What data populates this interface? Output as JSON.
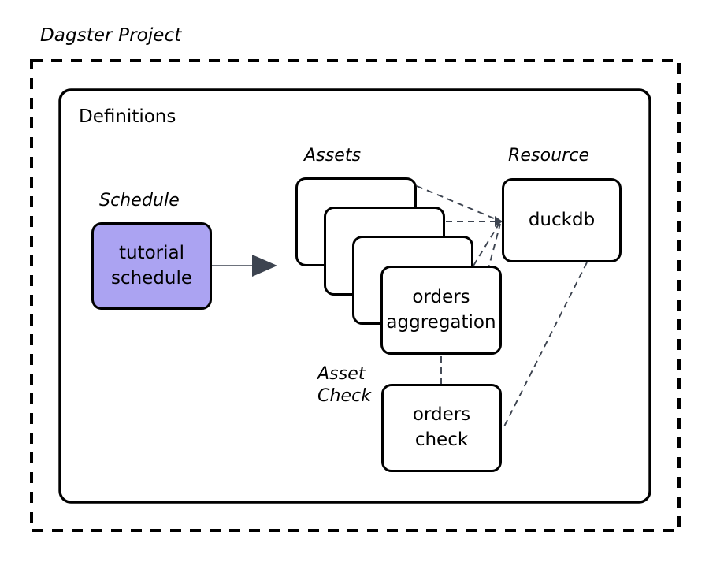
{
  "diagram": {
    "title": "Dagster Project",
    "container": {
      "label": "Definitions",
      "border_style": "dashed-outer-solid-inner"
    },
    "groups": {
      "schedule": "Schedule",
      "assets": "Assets",
      "resource": "Resource",
      "asset_check": "Asset Check"
    },
    "nodes": [
      {
        "id": "tutorial-schedule",
        "group": "schedule",
        "lines": [
          "tutorial",
          "schedule"
        ],
        "fill": "#aba3f2",
        "stroke": "#000000"
      },
      {
        "id": "asset-card-1",
        "group": "assets",
        "lines": [],
        "fill": "#ffffff",
        "stroke": "#000000"
      },
      {
        "id": "asset-card-2",
        "group": "assets",
        "lines": [],
        "fill": "#ffffff",
        "stroke": "#000000"
      },
      {
        "id": "asset-card-3",
        "group": "assets",
        "lines": [],
        "fill": "#ffffff",
        "stroke": "#000000"
      },
      {
        "id": "orders-aggregation",
        "group": "assets",
        "lines": [
          "orders",
          "aggregation"
        ],
        "fill": "#ffffff",
        "stroke": "#000000"
      },
      {
        "id": "duckdb",
        "group": "resource",
        "lines": [
          "duckdb"
        ],
        "fill": "#ffffff",
        "stroke": "#000000"
      },
      {
        "id": "orders-check",
        "group": "asset_check",
        "lines": [
          "orders",
          "check"
        ],
        "fill": "#ffffff",
        "stroke": "#000000"
      }
    ],
    "edges": [
      {
        "from": "tutorial-schedule",
        "to": "asset-card-1",
        "style": "solid-arrow"
      },
      {
        "from": "asset-card-1",
        "to": "duckdb",
        "style": "dashed"
      },
      {
        "from": "asset-card-2",
        "to": "duckdb",
        "style": "dashed"
      },
      {
        "from": "asset-card-3",
        "to": "duckdb",
        "style": "dashed"
      },
      {
        "from": "orders-aggregation",
        "to": "duckdb",
        "style": "dashed"
      },
      {
        "from": "orders-aggregation",
        "to": "orders-check",
        "style": "dashed"
      },
      {
        "from": "duckdb",
        "to": "orders-check",
        "style": "dashed"
      }
    ],
    "colors": {
      "schedule_fill": "#aba3f2",
      "node_stroke": "#000000",
      "arrow": "#3d4450",
      "dashed_edge": "#3d4450",
      "background": "#ffffff"
    }
  }
}
